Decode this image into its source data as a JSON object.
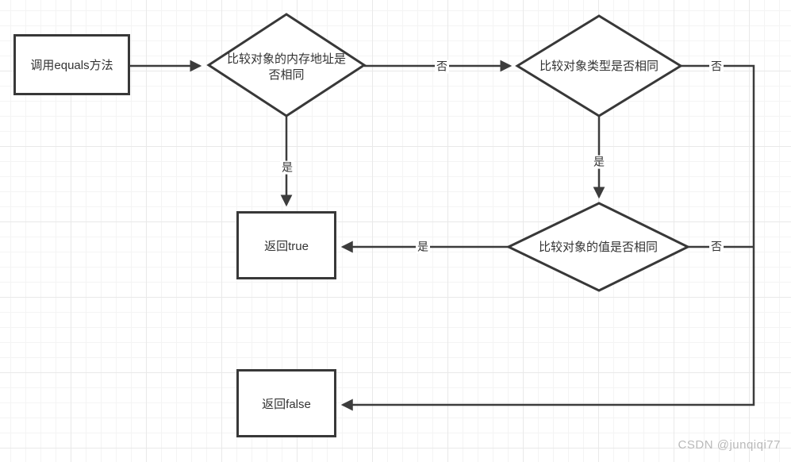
{
  "nodes": {
    "start": {
      "label": "调用equals方法"
    },
    "memory_check": {
      "label": "比较对象的内存地址是否相同"
    },
    "type_check": {
      "label": "比较对象类型是否相同"
    },
    "value_check": {
      "label": "比较对象的值是否相同"
    },
    "return_true": {
      "label": "返回true"
    },
    "return_false": {
      "label": "返回false"
    }
  },
  "edge_labels": {
    "memory_no": "否",
    "memory_yes": "是",
    "type_yes": "是",
    "type_no": "否",
    "value_yes": "是",
    "value_no": "否"
  },
  "watermark": {
    "text": "CSDN @junqiqi77"
  },
  "colors": {
    "line": "#3c3c3c",
    "node_border": "#383838",
    "node_fill": "#ffffff",
    "text": "#333333",
    "watermark": "#b9b9b9",
    "grid_minor": "#f4f4f4",
    "grid_major": "#e9e9e9",
    "background": "#ffffff"
  }
}
